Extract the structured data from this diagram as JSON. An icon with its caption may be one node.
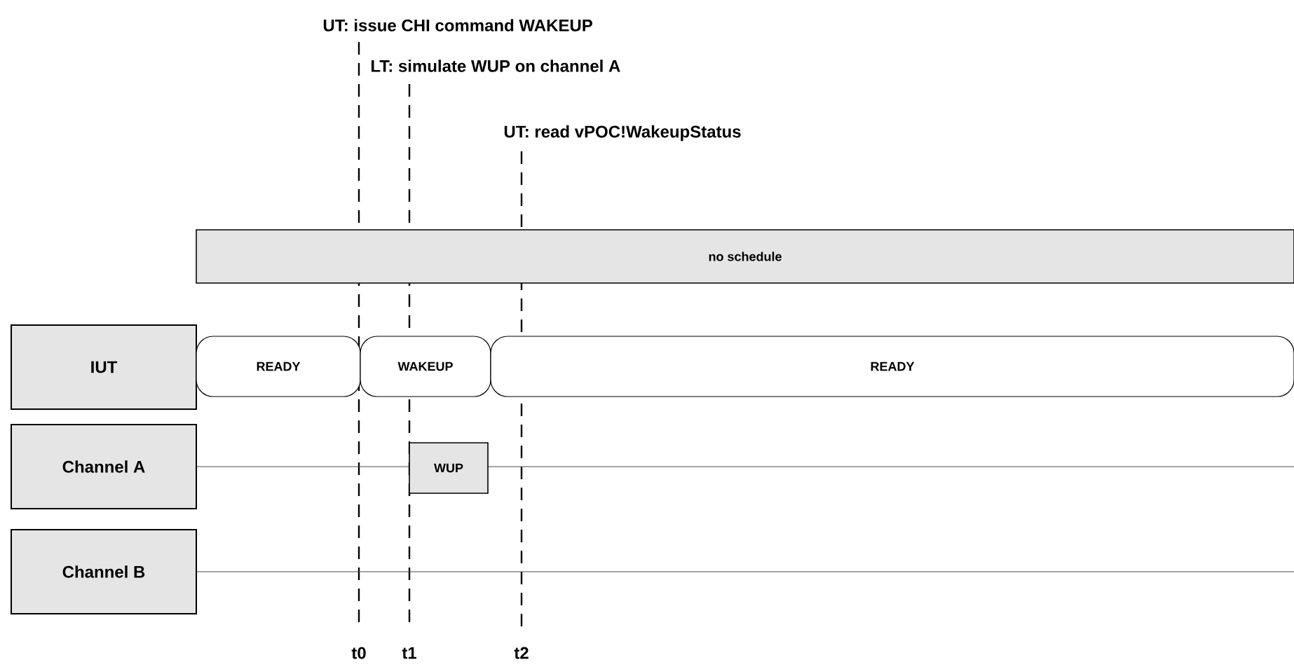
{
  "diagram": {
    "nodes": [
      {
        "text": [
          "no schedule"
        ]
      },
      {
        "text": [
          "IUT"
        ]
      },
      {
        "text": [
          "READY"
        ]
      },
      {
        "text": [
          "WAKEUP"
        ]
      },
      {
        "text": [
          "READY"
        ]
      },
      {
        "text": [
          "Channel A"
        ]
      },
      {
        "text": [
          "WUP"
        ]
      },
      {
        "text": [
          "Channel B"
        ]
      }
    ],
    "labels": [
      "UT: issue CHI command WAKEUP",
      "LT: simulate WUP on channel A",
      "UT: read vPOC!WakeupStatus",
      "t0",
      "t1",
      "t2"
    ]
  }
}
